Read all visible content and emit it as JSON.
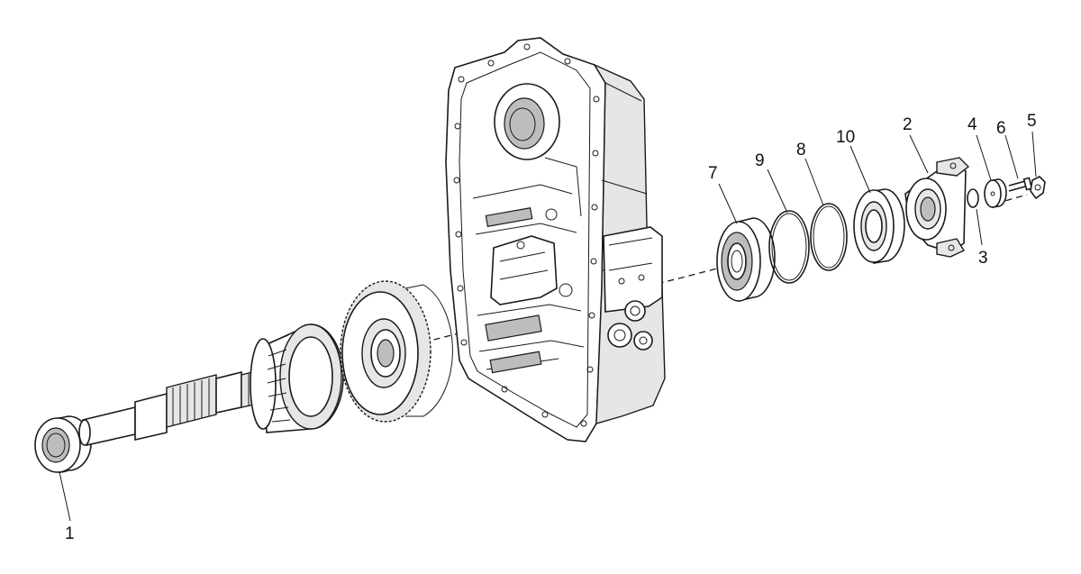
{
  "callouts": [
    {
      "id": "callout-1",
      "label": "1"
    },
    {
      "id": "callout-2",
      "label": "2"
    },
    {
      "id": "callout-3",
      "label": "3"
    },
    {
      "id": "callout-4",
      "label": "4"
    },
    {
      "id": "callout-5",
      "label": "5"
    },
    {
      "id": "callout-6",
      "label": "6"
    },
    {
      "id": "callout-7",
      "label": "7"
    },
    {
      "id": "callout-8",
      "label": "8"
    },
    {
      "id": "callout-9",
      "label": "9"
    },
    {
      "id": "callout-10",
      "label": "10"
    }
  ],
  "colors": {
    "line": "#1a1a1a",
    "background": "#ffffff"
  }
}
